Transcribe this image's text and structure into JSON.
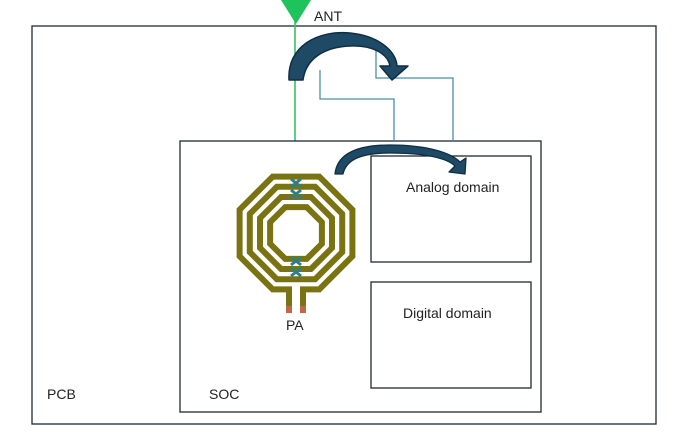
{
  "diagram": {
    "antenna_label": "ANT",
    "pcb_label": "PCB",
    "soc_label": "SOC",
    "pa_label": "PA",
    "analog_label": "Analog domain",
    "digital_label": "Digital domain"
  },
  "colors": {
    "outline": "#1f2a33",
    "antenna": "#1ec35c",
    "antenna_line": "#35c466",
    "coupling_line": "#4a8fa6",
    "arrow_fill": "#1e4a66",
    "arrow_edge": "#0f2e44",
    "coil": "#7a7312",
    "coil_cross": "#2f7f86",
    "pa_pad": "#c0674a"
  },
  "icons": {
    "antenna": "triangle-antenna-icon",
    "inductor": "octagonal-spiral-inductor-icon",
    "coupling": "curved-arrow-icon"
  }
}
